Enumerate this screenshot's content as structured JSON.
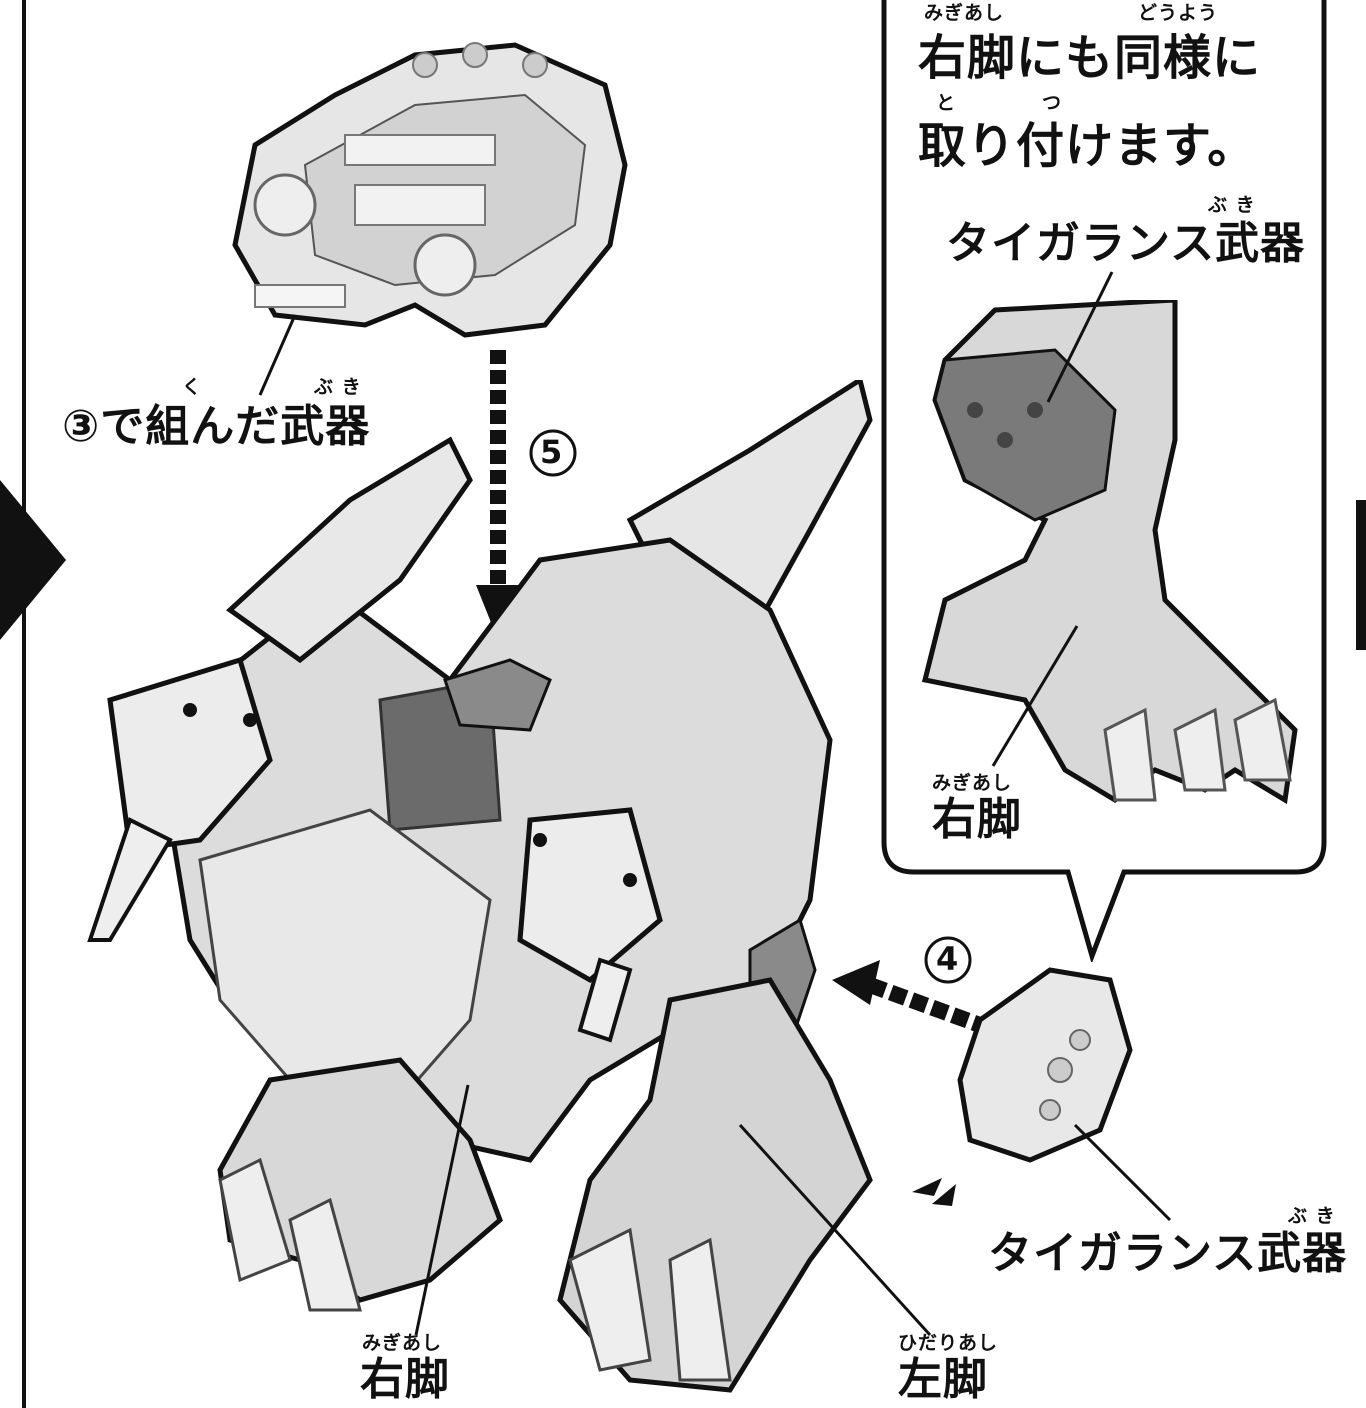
{
  "callout": {
    "line1_ruby_a": "みぎあし",
    "line1_ruby_b": "どうよう",
    "line1": "右脚にも同様に",
    "line2_ruby_a": "と",
    "line2_ruby_b": "つ",
    "line2": "取り付けます。",
    "weapon_ruby": "ぶ き",
    "weapon_label": "タイガランス武器",
    "leg_ruby": "みぎあし",
    "leg_label": "右脚"
  },
  "main": {
    "weapon3_ruby_a": "く",
    "weapon3_ruby_b": "ぶ き",
    "weapon3_label": "③で組んだ武器",
    "step5": "5",
    "step4": "4",
    "tiger_ruby": "ぶ き",
    "tiger_label": "タイガランス武器",
    "right_leg_ruby": "みぎあし",
    "right_leg_label": "右脚",
    "left_leg_ruby": "ひだりあし",
    "left_leg_label": "左脚"
  }
}
